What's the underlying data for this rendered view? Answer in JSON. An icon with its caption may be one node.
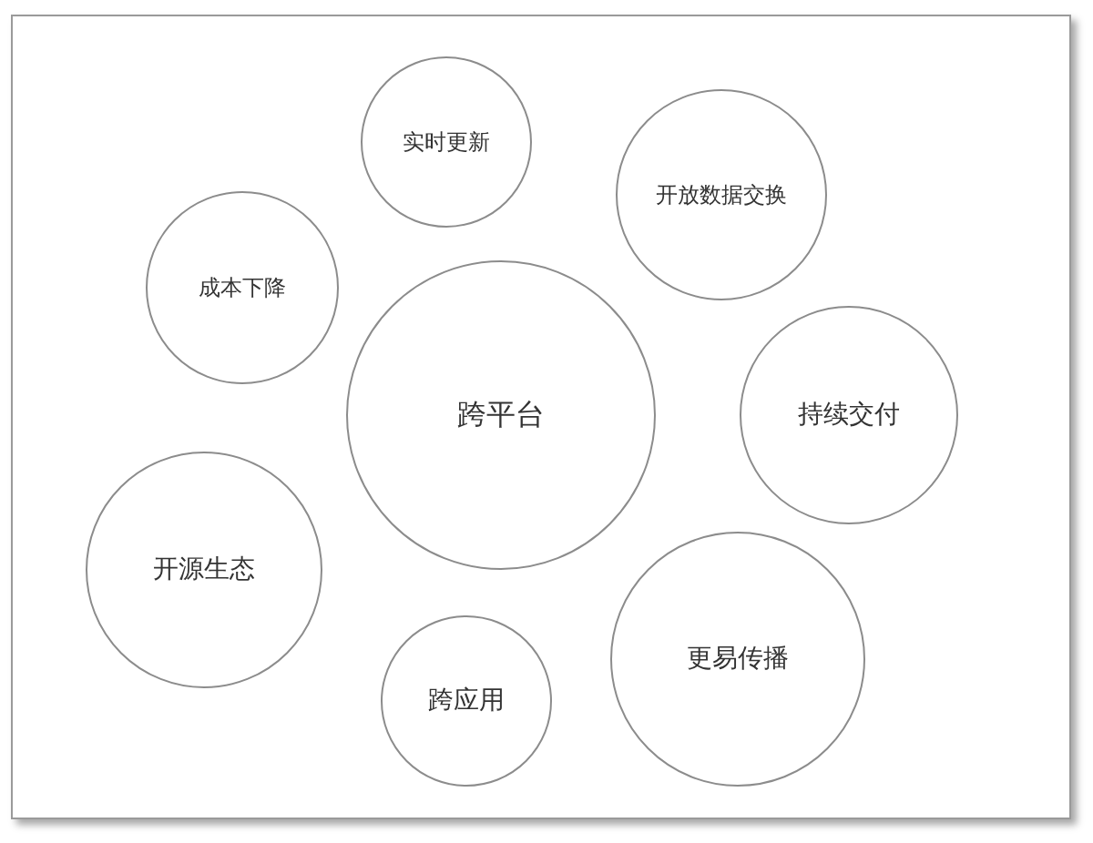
{
  "diagram": {
    "nodes": [
      {
        "text": [
          "实时更新"
        ]
      },
      {
        "text": [
          "开放数据交换"
        ]
      },
      {
        "text": [
          "成本下降"
        ]
      },
      {
        "text": [
          "跨平台"
        ]
      },
      {
        "text": [
          "持续交付"
        ]
      },
      {
        "text": [
          "开源生态"
        ]
      },
      {
        "text": [
          "更易传播"
        ]
      },
      {
        "text": [
          "跨应用"
        ]
      }
    ]
  }
}
